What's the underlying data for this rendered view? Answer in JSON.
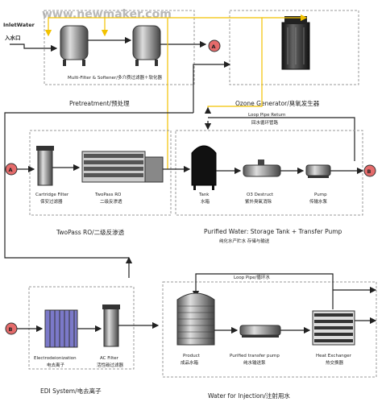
{
  "watermark": "www.newmaker.com",
  "inlet": {
    "line1": "InletWater",
    "line2": "入水口"
  },
  "pretreatment": {
    "equipment": "Multi-Filter & Softener/多介质过滤器＋软化器",
    "title": "Pretreatment/预处理"
  },
  "ozone": {
    "title": "Ozone Generator/臭氧发生器"
  },
  "connectors": {
    "A": "A",
    "B": "B"
  },
  "loop_return": {
    "en": "Loop Pipe Return",
    "cn": "回水循环管路"
  },
  "ro": {
    "cartridge_en": "Cartridge Filter",
    "cartridge_cn": "保安过滤器",
    "tworo_en": "TwoPass RO",
    "tworo_cn": "二级反渗透",
    "title": "TwoPass RO/二级反渗透"
  },
  "storage": {
    "tank_en": "Tank",
    "tank_cn": "水箱",
    "o3_en": "O3 Destruct",
    "o3_cn": "紫外臭氧消除",
    "pump_en": "Pump",
    "pump_cn": "传输水泵",
    "title_en": "Purified Water: Storage Tank + Transfer Pump",
    "title_cn": "纯化水产贮水 存储与输送"
  },
  "edi": {
    "edi_en": "Electrodeionization",
    "edi_cn": "电去离子",
    "ac_en": "AC Filter",
    "ac_cn": "活性碳过滤器",
    "title": "EDI System/电去离子"
  },
  "wfi": {
    "loop": "Loop Pipe/循环水",
    "product_en": "Product",
    "product_cn": "成品水箱",
    "transfer_en": "Purified transfer pump",
    "transfer_cn": "纯水输送泵",
    "hx_en": "Heat Exchanger",
    "hx_cn": "热交换器",
    "title": "Water for Injection/注射用水"
  },
  "colors": {
    "line": "#222222",
    "return_line": "#f2c200",
    "box": "#999999",
    "connector": "#e56b6b"
  }
}
